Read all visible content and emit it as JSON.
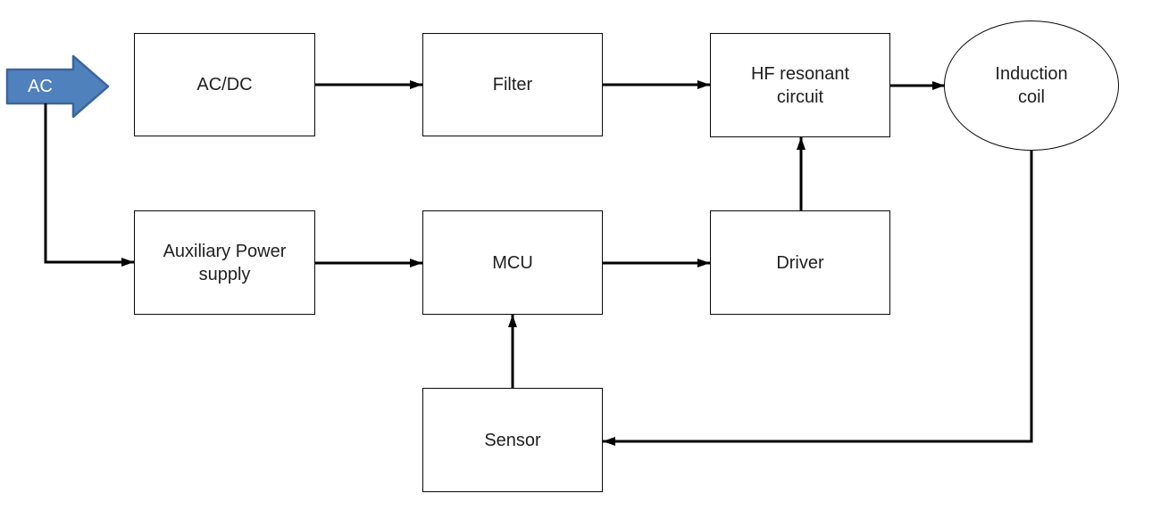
{
  "diagram": {
    "type": "block-diagram",
    "nodes": {
      "ac": {
        "label": "AC",
        "shape": "block-arrow-right"
      },
      "acdc": {
        "label": "AC/DC",
        "shape": "rect"
      },
      "filter": {
        "label": "Filter",
        "shape": "rect"
      },
      "hf": {
        "label": "HF resonant circuit",
        "shape": "rect"
      },
      "coil": {
        "label": "Induction coil",
        "shape": "ellipse"
      },
      "aux": {
        "label": "Auxiliary Power supply",
        "shape": "rect"
      },
      "mcu": {
        "label": "MCU",
        "shape": "rect"
      },
      "driver": {
        "label": "Driver",
        "shape": "rect"
      },
      "sensor": {
        "label": "Sensor",
        "shape": "rect"
      }
    },
    "edges": [
      {
        "from": "ac",
        "to": "aux",
        "style": "elbow-down-right"
      },
      {
        "from": "acdc",
        "to": "filter",
        "style": "straight-right"
      },
      {
        "from": "filter",
        "to": "hf",
        "style": "straight-right"
      },
      {
        "from": "hf",
        "to": "coil",
        "style": "straight-right"
      },
      {
        "from": "aux",
        "to": "mcu",
        "style": "straight-right"
      },
      {
        "from": "mcu",
        "to": "driver",
        "style": "straight-right"
      },
      {
        "from": "driver",
        "to": "hf",
        "style": "straight-up"
      },
      {
        "from": "sensor",
        "to": "mcu",
        "style": "straight-up"
      },
      {
        "from": "coil",
        "to": "sensor",
        "style": "elbow-down-left"
      }
    ],
    "colors": {
      "block_arrow_fill": "#4f81bd",
      "block_arrow_border": "#3a66a0",
      "block_arrow_text": "#ffffff",
      "connector_line": "#000000",
      "box_fill": "#ffffff",
      "box_border": "#0a0a0a",
      "box_text": "#1f1f1f",
      "background": "#ffffff"
    }
  }
}
